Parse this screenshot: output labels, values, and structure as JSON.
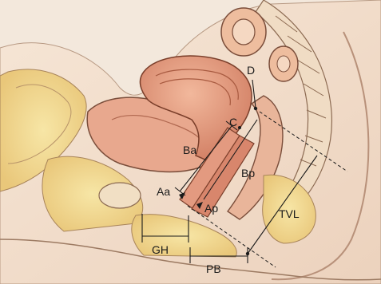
{
  "figure": {
    "labels": {
      "D": "D",
      "C": "C",
      "Ba": "Ba",
      "Bp": "Bp",
      "Aa": "Aa",
      "Ap": "Ap",
      "TVL": "TVL",
      "GH": "GH",
      "PB": "PB"
    },
    "colors": {
      "background": "#f3e8dc",
      "skin": "#efd9c4",
      "fat": "#f2d98a",
      "muscle": "#d98c72",
      "organ": "#e69a7c",
      "bone": "#eadfcf",
      "outline": "#6b4a3a",
      "line": "#1a1a1a"
    }
  }
}
